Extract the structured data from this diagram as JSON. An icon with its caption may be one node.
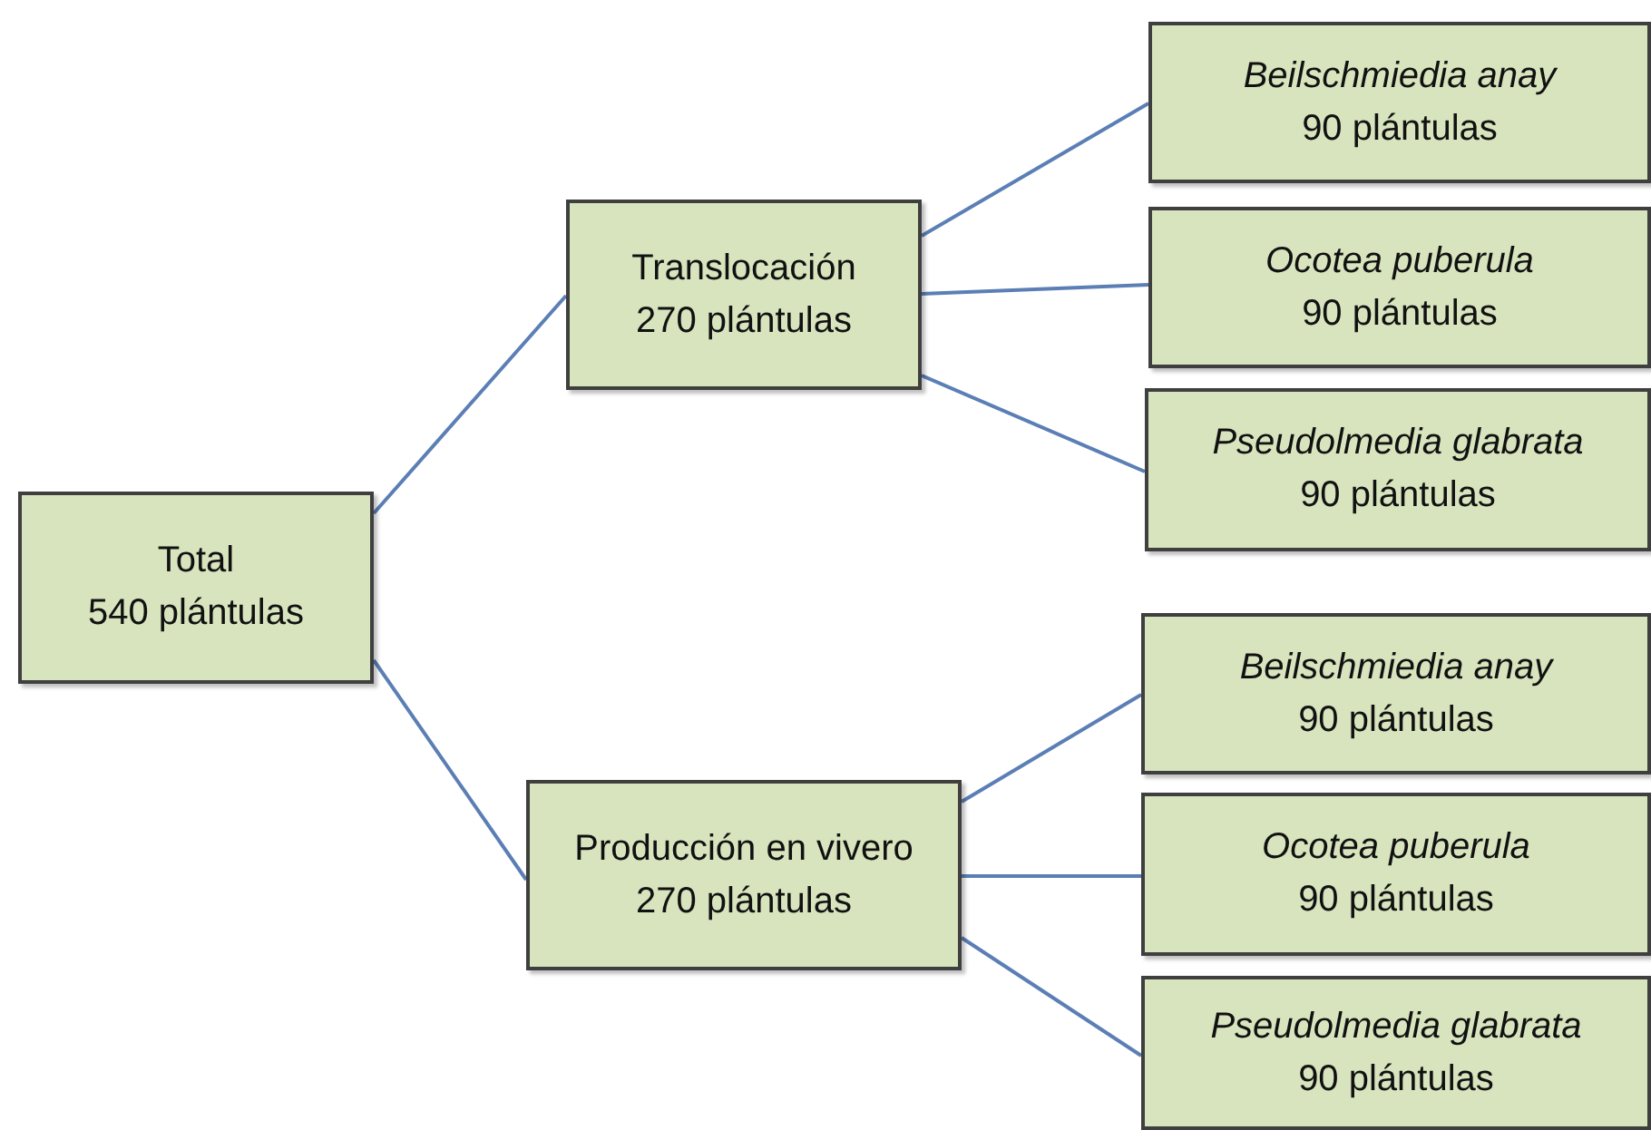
{
  "diagram": {
    "nodes": [
      {
        "text": [
          "Total",
          "540 plántulas"
        ]
      },
      {
        "text": [
          "Translocación",
          "270 plántulas"
        ]
      },
      {
        "text": [
          "Beilschmiedia anay",
          "90 plántulas"
        ]
      },
      {
        "text": [
          "Ocotea puberula",
          "90 plántulas"
        ]
      },
      {
        "text": [
          "Pseudolmedia glabrata",
          "90 plántulas"
        ]
      },
      {
        "text": [
          "Producción en vivero",
          "270 plántulas"
        ]
      },
      {
        "text": [
          "Beilschmiedia anay",
          "90 plántulas"
        ]
      },
      {
        "text": [
          "Ocotea puberula",
          "90 plántulas"
        ]
      },
      {
        "text": [
          "Pseudolmedia glabrata",
          "90 plántulas"
        ]
      }
    ],
    "edges": [
      {
        "from": 0,
        "to": 1,
        "arrow": "none"
      },
      {
        "from": 0,
        "to": 5,
        "arrow": "none"
      },
      {
        "from": 1,
        "to": 2,
        "arrow": "none"
      },
      {
        "from": 1,
        "to": 3,
        "arrow": "none"
      },
      {
        "from": 1,
        "to": 4,
        "arrow": "none"
      },
      {
        "from": 5,
        "to": 6,
        "arrow": "none"
      },
      {
        "from": 5,
        "to": 7,
        "arrow": "none"
      },
      {
        "from": 5,
        "to": 8,
        "arrow": "none"
      }
    ]
  }
}
